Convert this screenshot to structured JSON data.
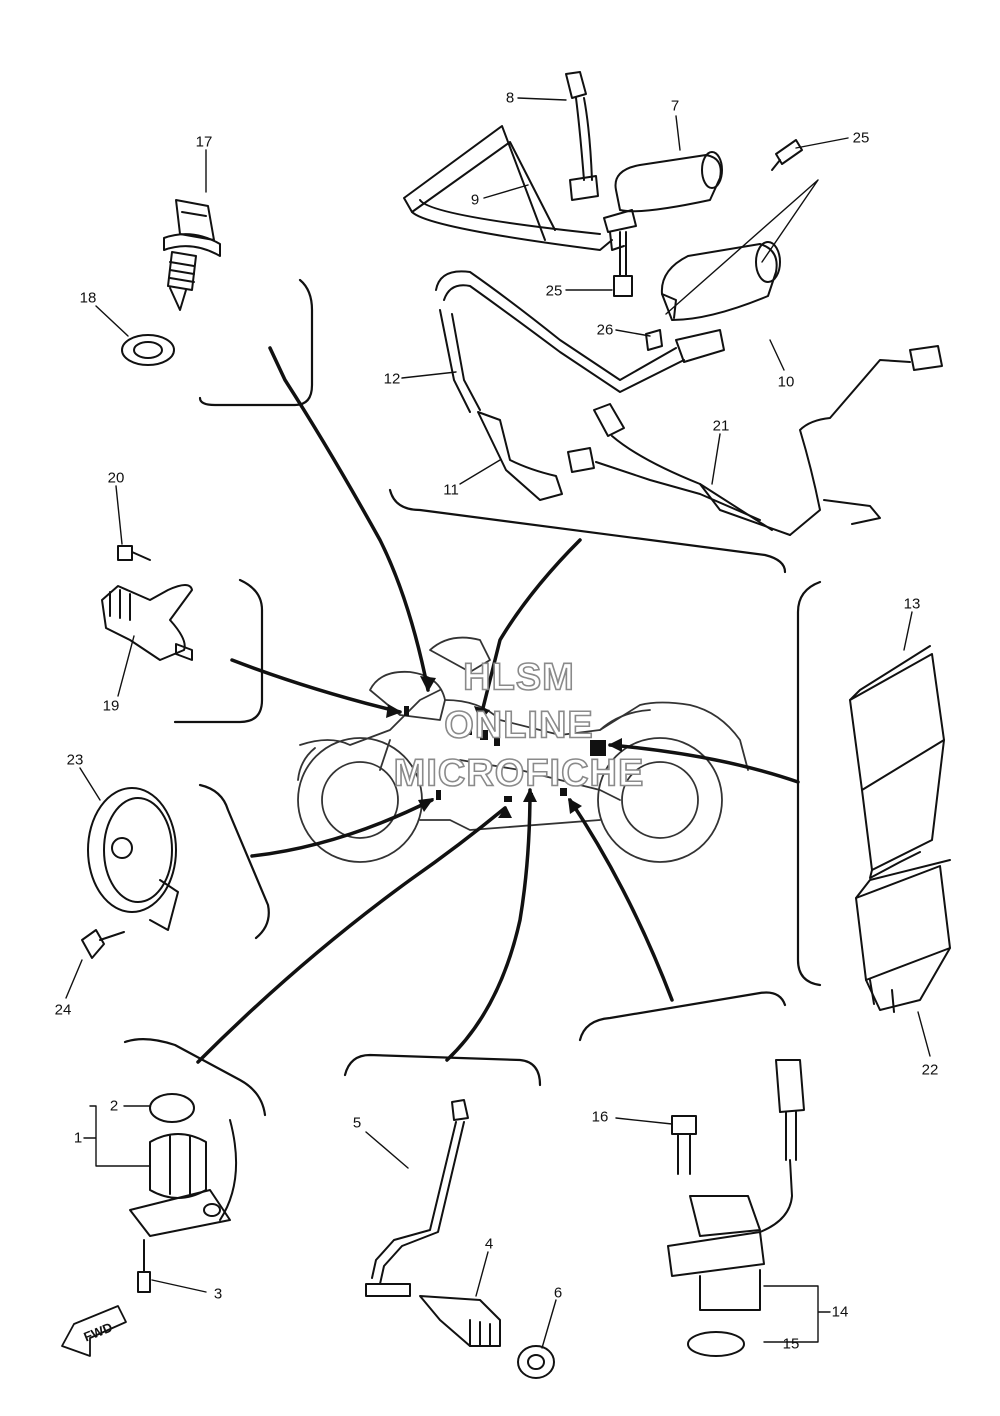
{
  "watermark": {
    "line1": "HLSM",
    "line2": "ONLINE",
    "line3": "MICROFICHE"
  },
  "direction_marker": "FWD",
  "callouts": [
    "1",
    "2",
    "3",
    "4",
    "5",
    "6",
    "7",
    "8",
    "9",
    "10",
    "11",
    "12",
    "13",
    "14",
    "15",
    "16",
    "17",
    "18",
    "19",
    "20",
    "21",
    "22",
    "23",
    "24",
    "25",
    "25",
    "26"
  ],
  "colors": {
    "ink": "#111111",
    "watermark_stroke": "#8a8a8a"
  }
}
